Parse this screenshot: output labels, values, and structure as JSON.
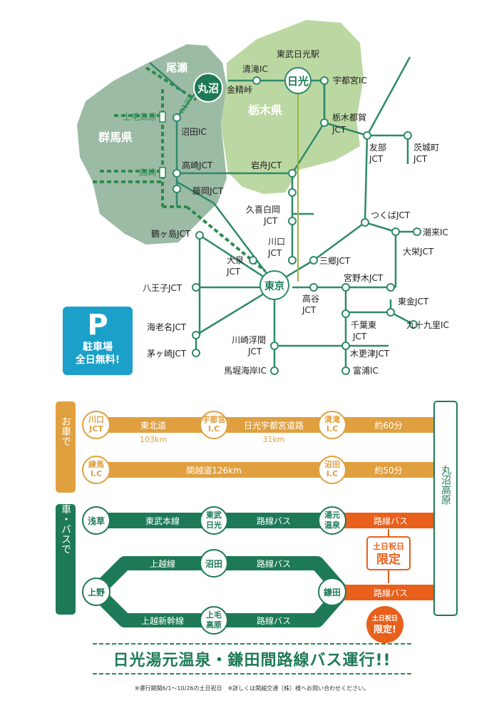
{
  "map": {
    "regions": {
      "oze": "尾瀬",
      "gunma": "群馬県",
      "tochigi": "栃木県"
    },
    "hubs": {
      "marunuma": "丸沼",
      "nikko": "日光",
      "tokyo": "東京"
    },
    "labels": {
      "tobu_nikko": "東武日光駅",
      "kiyotaki": "清滝IC",
      "utsunomiya_ic": "宇都宮IC",
      "konsei": "金精峠",
      "r120": "R120",
      "kamimoku_kogen": "上毛高原",
      "numata_ic": "沼田IC",
      "takasaki": "高崎",
      "takasaki_jct": "高崎JCT",
      "fujioka_jct": "藤岡JCT",
      "iwafune_jct": "岩舟JCT",
      "tochigi_tsuga": "栃木都賀",
      "tochigi_tsuga2": "JCT",
      "tomobe": "友部",
      "tomobe2": "JCT",
      "ibarakimachi": "茨城町",
      "ibarakimachi2": "JCT",
      "kuki_shiraoka": "久喜白岡",
      "kuki_shiraoka2": "JCT",
      "tsukuba_jct": "つくばJCT",
      "itako_ic": "潮来IC",
      "ohe_jct": "大栄JCT",
      "tsurugashima_jct": "鶴ヶ島JCT",
      "kawaguchi": "川口",
      "kawaguchi2": "JCT",
      "ooizumi": "大泉",
      "ooizumi2": "JCT",
      "misato_jct": "三郷JCT",
      "miyanogi_jct": "宮野木JCT",
      "hachioji_jct": "八王子JCT",
      "takaya": "高谷",
      "takaya2": "JCT",
      "higashikane_jct": "東金JCT",
      "kujukuri_ic": "九十九里IC",
      "chibahigashi": "千葉東",
      "chibahigashi2": "JCT",
      "ebina_jct": "海老名JCT",
      "chigasaki_jct": "茅ヶ崎JCT",
      "kawasaki_ukishima": "川崎浮間",
      "kawasaki_ukishima2": "JCT",
      "kisarazu_jct": "木更津JCT",
      "mahori_ic": "馬堀海岸IC",
      "futtsu_ic": "富浦IC"
    }
  },
  "parking": {
    "icon": "P",
    "line1": "駐車場",
    "line2": "全日無料!"
  },
  "car_section": {
    "side_label": "お車で",
    "route1": {
      "start": [
        "川口",
        "JCT"
      ],
      "seg1_name": "東北道",
      "seg1_km": "103km",
      "mid": [
        "宇都宮",
        "I.C"
      ],
      "seg2_name": "日光宇都宮道路",
      "seg2_km": "31km",
      "end": [
        "清滝",
        "I.C"
      ],
      "time": "約60分"
    },
    "route2": {
      "start": [
        "練馬",
        "I.C"
      ],
      "seg_name": "関越道126km",
      "end": [
        "沼田",
        "I.C"
      ],
      "time": "約50分"
    }
  },
  "destination": "丸沼高原",
  "train_section": {
    "side_label": "電車・バスで",
    "row1": {
      "start": "浅草",
      "seg1": "東武本線",
      "mid": [
        "東武",
        "日光"
      ],
      "seg2": "路線バス",
      "end": [
        "湯元",
        "温泉"
      ],
      "seg3": "路線バス"
    },
    "limited": [
      "土日祝日",
      "限定"
    ],
    "row2": {
      "start": "上野",
      "upper_seg": "上越線",
      "upper_mid": "沼田",
      "upper_bus": "路線バス",
      "lower_seg": "上越新幹線",
      "lower_mid": [
        "上毛",
        "高原"
      ],
      "lower_bus": "路線バス",
      "end": "鎌田",
      "seg_final": "路線バス"
    },
    "stamp": [
      "土日祝日",
      "限定!"
    ]
  },
  "footer": {
    "title": "日光湯元温泉・鎌田間路線バス運行!!",
    "note": "※運行期間6/1～10/26の土日祝日　※詳しくは関越交通（株）様へお問い合わせください。"
  },
  "colors": {
    "green": "#1e8a5e",
    "orange_gold": "#e0a040",
    "orange": "#e8601c",
    "gunma": "#8fb59a",
    "tochigi": "#b5d49a",
    "cyan": "#1aa0c9"
  }
}
